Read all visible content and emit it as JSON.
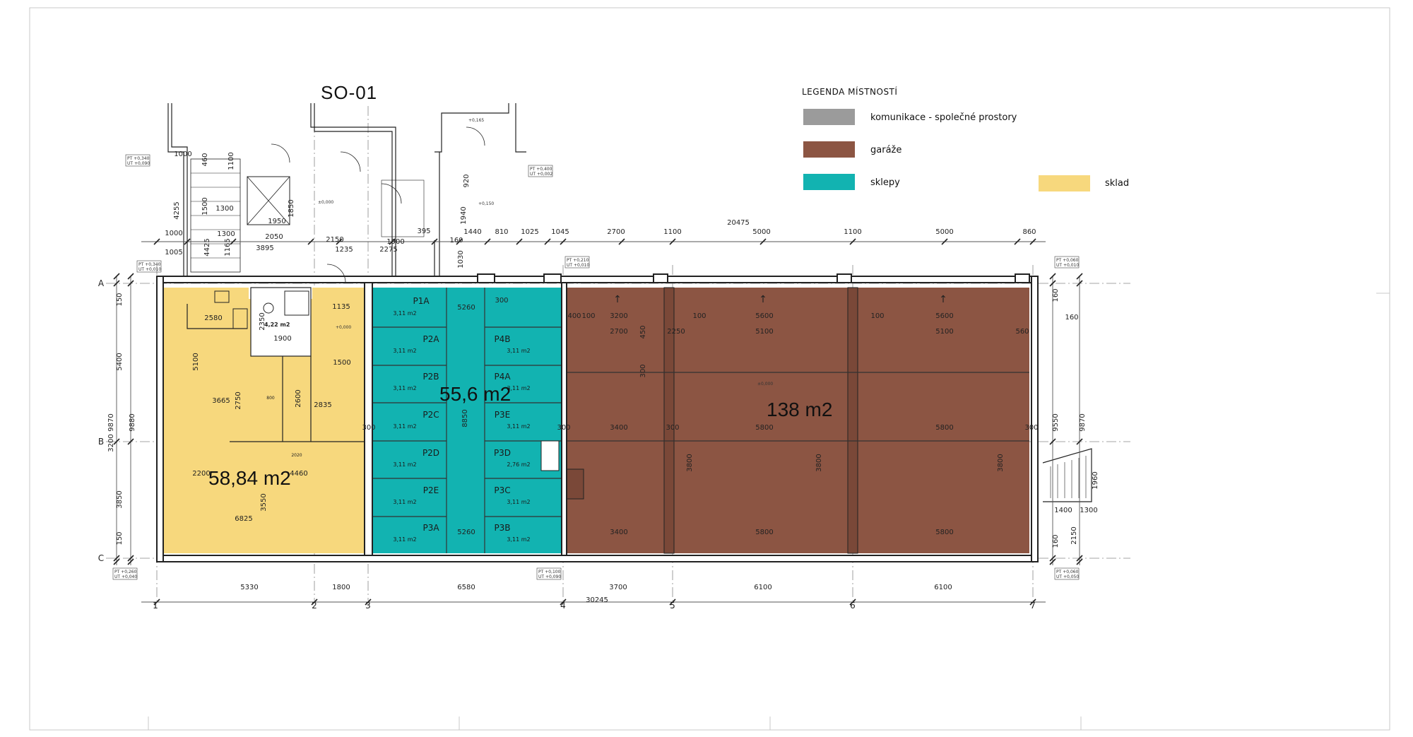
{
  "title": "SO-01",
  "colors": {
    "komunikace": "#9b9b9b",
    "garaze": "#8c5543",
    "sklepy": "#12b3b1",
    "sklad": "#f7d87d"
  },
  "legend": {
    "title": "LEGENDA MÍSTNOSTÍ",
    "items": [
      {
        "label": "komunikace - společné prostory",
        "color": "#9b9b9b"
      },
      {
        "label": "garáže",
        "color": "#8c5543"
      },
      {
        "label": "sklepy",
        "color": "#12b3b1"
      },
      {
        "label": "sklad",
        "color": "#f7d87d"
      }
    ]
  },
  "areas": {
    "sklad": "58,84 m2",
    "sklepy": "55,6 m2",
    "garaze": "138 m2",
    "wc": "4,22 m2"
  },
  "cellars": [
    {
      "label": "P1A",
      "area": "3,11 m2"
    },
    {
      "label": "P2A",
      "area": "3,11 m2"
    },
    {
      "label": "P2B",
      "area": "3,11 m2"
    },
    {
      "label": "P2C",
      "area": "3,11 m2"
    },
    {
      "label": "P2D",
      "area": "3,11 m2"
    },
    {
      "label": "P2E",
      "area": "3,11 m2"
    },
    {
      "label": "P3A",
      "area": "3,11 m2"
    },
    {
      "label": "P4B",
      "area": "3,11 m2"
    },
    {
      "label": "P4A",
      "area": "3,11 m2"
    },
    {
      "label": "P3E",
      "area": "3,11 m2"
    },
    {
      "label": "P3D",
      "area": "2,76 m2"
    },
    {
      "label": "P3C",
      "area": "3,11 m2"
    },
    {
      "label": "P3B",
      "area": "3,11 m2"
    }
  ],
  "axes": {
    "columns": [
      "1",
      "2",
      "3",
      "4",
      "5",
      "6",
      "7"
    ],
    "rows": [
      "A",
      "B",
      "C"
    ]
  },
  "dims": {
    "bottom": [
      "5330",
      "1800",
      "6580",
      "3700",
      "6100",
      "6100"
    ],
    "bottom_total": "30245",
    "top": [
      "1000",
      "1005",
      "2150",
      "1235",
      "1900",
      "2275",
      "160",
      "1440",
      "810",
      "1025",
      "1045",
      "2700",
      "1100",
      "5000",
      "1100",
      "5000",
      "860"
    ],
    "top_total": "20475",
    "left": [
      "150",
      "5400",
      "3850",
      "150"
    ],
    "left_total1": "9870",
    "left_total2": "9880",
    "left_mid": "3200",
    "right": [
      "160",
      "9550",
      "2150",
      "160"
    ],
    "right_total": "9870",
    "right_mid": "160",
    "stair_block": [
      "1300",
      "2050",
      "3895",
      "1165",
      "1850",
      "1950",
      "4255",
      "1000",
      "460",
      "1100",
      "4425",
      "1300",
      "1500"
    ],
    "upper_right": [
      "920",
      "1940",
      "395",
      "1030"
    ],
    "sklad_inner": [
      "2580",
      "5100",
      "3665",
      "2750",
      "2600",
      "2835",
      "1500",
      "2350",
      "1900",
      "1135",
      "2200",
      "3550",
      "4460",
      "6825",
      "800",
      "2020"
    ],
    "cellar_inner": [
      "5260",
      "8850",
      "5260",
      "300",
      "300",
      "300"
    ],
    "garage_inner": [
      "3200",
      "5600",
      "5600",
      "2700",
      "5100",
      "5100",
      "3400",
      "5800",
      "5800",
      "3400",
      "5800",
      "5800",
      "3800",
      "3800",
      "3800",
      "100",
      "100",
      "100",
      "400",
      "560",
      "2250",
      "450",
      "300",
      "300",
      "300"
    ],
    "stair_right": [
      "1960",
      "1400",
      "1300"
    ]
  },
  "levels": [
    {
      "pt": "PT +0,340",
      "ut": "UT +0,090"
    },
    {
      "pt": "PT +0,400",
      "ut": "UT +0,002"
    },
    {
      "pt": "PT +0,340",
      "ut": "UT +0,010"
    },
    {
      "pt": "PT +0,210",
      "ut": "UT +0,010"
    },
    {
      "pt": "PT +0,060",
      "ut": "UT +0,010"
    },
    {
      "pt": "PT +0,260",
      "ut": "UT +0,040"
    },
    {
      "pt": "PT +0,100",
      "ut": "UT +0,090"
    },
    {
      "pt": "PT +0,060",
      "ut": "UT +0,050"
    }
  ],
  "marks": {
    "zero": "±0,000",
    "zero2": "+0,000",
    "level_150": "+0,150",
    "level_165": "+0,165",
    "level_000b": "±0,000"
  }
}
